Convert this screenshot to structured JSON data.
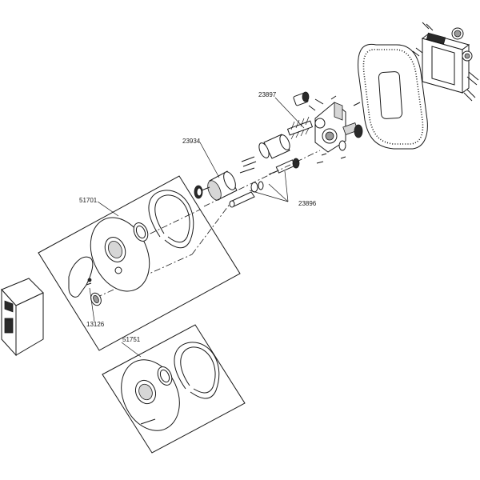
{
  "diagram": {
    "labels": {
      "box_valve": "23897",
      "cartridge": "23934",
      "trim_set_main": "51701",
      "screw_set": "23896",
      "handle_cap": "13126",
      "trim_set_alt": "51751"
    }
  }
}
